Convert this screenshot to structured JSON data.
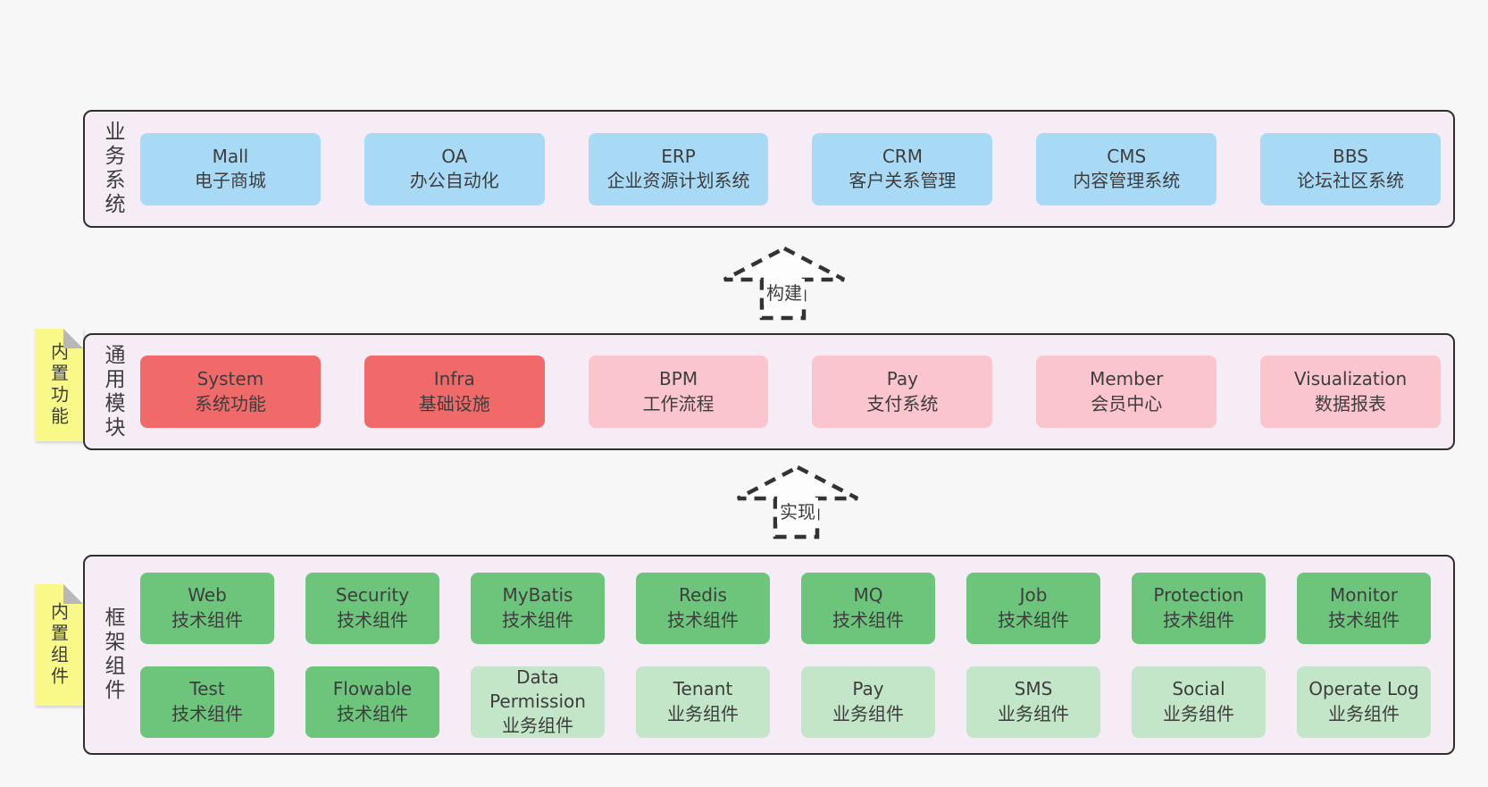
{
  "diagram": {
    "arrows": [
      {
        "id": "build",
        "label": "构建"
      },
      {
        "id": "implement",
        "label": "实现"
      }
    ],
    "bands": [
      {
        "id": "business-systems",
        "label": "业务系统",
        "note": "",
        "rows": [
          [
            {
              "name": "Mall",
              "desc": "电子商城",
              "variant": "blue"
            },
            {
              "name": "OA",
              "desc": "办公自动化",
              "variant": "blue"
            },
            {
              "name": "ERP",
              "desc": "企业资源计划系统",
              "variant": "blue"
            },
            {
              "name": "CRM",
              "desc": "客户关系管理",
              "variant": "blue"
            },
            {
              "name": "CMS",
              "desc": "内容管理系统",
              "variant": "blue"
            },
            {
              "name": "BBS",
              "desc": "论坛社区系统",
              "variant": "blue"
            }
          ]
        ]
      },
      {
        "id": "common-modules",
        "label": "通用模块",
        "note": "内置功能",
        "rows": [
          [
            {
              "name": "System",
              "desc": "系统功能",
              "variant": "red"
            },
            {
              "name": "Infra",
              "desc": "基础设施",
              "variant": "red"
            },
            {
              "name": "BPM",
              "desc": "工作流程",
              "variant": "pink"
            },
            {
              "name": "Pay",
              "desc": "支付系统",
              "variant": "pink"
            },
            {
              "name": "Member",
              "desc": "会员中心",
              "variant": "pink"
            },
            {
              "name": "Visualization",
              "desc": "数据报表",
              "variant": "pink"
            }
          ]
        ]
      },
      {
        "id": "framework-components",
        "label": "框架组件",
        "note": "内置组件",
        "rows": [
          [
            {
              "name": "Web",
              "desc": "技术组件",
              "variant": "green"
            },
            {
              "name": "Security",
              "desc": "技术组件",
              "variant": "green"
            },
            {
              "name": "MyBatis",
              "desc": "技术组件",
              "variant": "green"
            },
            {
              "name": "Redis",
              "desc": "技术组件",
              "variant": "green"
            },
            {
              "name": "MQ",
              "desc": "技术组件",
              "variant": "green"
            },
            {
              "name": "Job",
              "desc": "技术组件",
              "variant": "green"
            },
            {
              "name": "Protection",
              "desc": "技术组件",
              "variant": "green"
            },
            {
              "name": "Monitor",
              "desc": "技术组件",
              "variant": "green"
            }
          ],
          [
            {
              "name": "Test",
              "desc": "技术组件",
              "variant": "green"
            },
            {
              "name": "Flowable",
              "desc": "技术组件",
              "variant": "green"
            },
            {
              "name": "Data Permission",
              "desc": "业务组件",
              "variant": "green-light"
            },
            {
              "name": "Tenant",
              "desc": "业务组件",
              "variant": "green-light"
            },
            {
              "name": "Pay",
              "desc": "业务组件",
              "variant": "green-light"
            },
            {
              "name": "SMS",
              "desc": "业务组件",
              "variant": "green-light"
            },
            {
              "name": "Social",
              "desc": "业务组件",
              "variant": "green-light"
            },
            {
              "name": "Operate Log",
              "desc": "业务组件",
              "variant": "green-light"
            }
          ]
        ]
      }
    ],
    "palette": {
      "page_bg": "#f7f7f7",
      "band_bg": "#f6ecf5",
      "band_border": "#2f2f2f",
      "text": "#3d3d3d",
      "blue": "#a9daf5",
      "red": "#f16a6a",
      "pink": "#fbc5ce",
      "green": "#6cc57b",
      "green_light": "#c2e6c7",
      "note_yellow": "#f9f98a",
      "note_fold": "#b8b8b8",
      "arrow_stroke": "#333333",
      "arrow_fill": "#fdfdfd"
    }
  }
}
